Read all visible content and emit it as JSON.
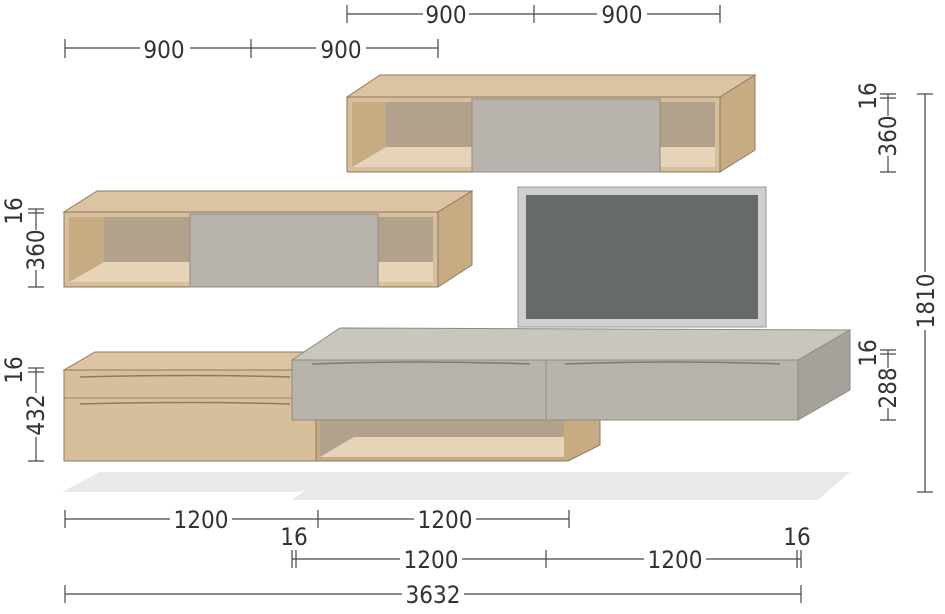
{
  "colors": {
    "oak_front": "#d8bf9c",
    "oak_top": "#dcc4a2",
    "oak_side": "#c7ab83",
    "oak_inner_back": "#b3a28b",
    "oak_inner_floor": "#e6d3b8",
    "gray_front": "#b8b4ad",
    "gray_top": "#c9c6c0",
    "gray_side": "#a6a29b",
    "screen": "#676a6a",
    "screen_frame": "#cfcfcf",
    "shadow": "#e9e9e9",
    "dimension": "#444444"
  },
  "dimensions": {
    "top_upper_left": "900",
    "top_upper_right": "900",
    "top_lower_left": "900",
    "top_lower_right": "900",
    "right_upper_16": "16",
    "right_upper_360": "360",
    "right_total": "1810",
    "right_lower_16": "16",
    "right_lower_288": "288",
    "left_upper_16": "16",
    "left_upper_360": "360",
    "left_lower_16": "16",
    "left_lower_432": "432",
    "bottom_1200_a": "1200",
    "bottom_1200_b": "1200",
    "bottom_16_left": "16",
    "bottom_1200_c": "1200",
    "bottom_1200_d": "1200",
    "bottom_16_right": "16",
    "bottom_total": "3632"
  }
}
